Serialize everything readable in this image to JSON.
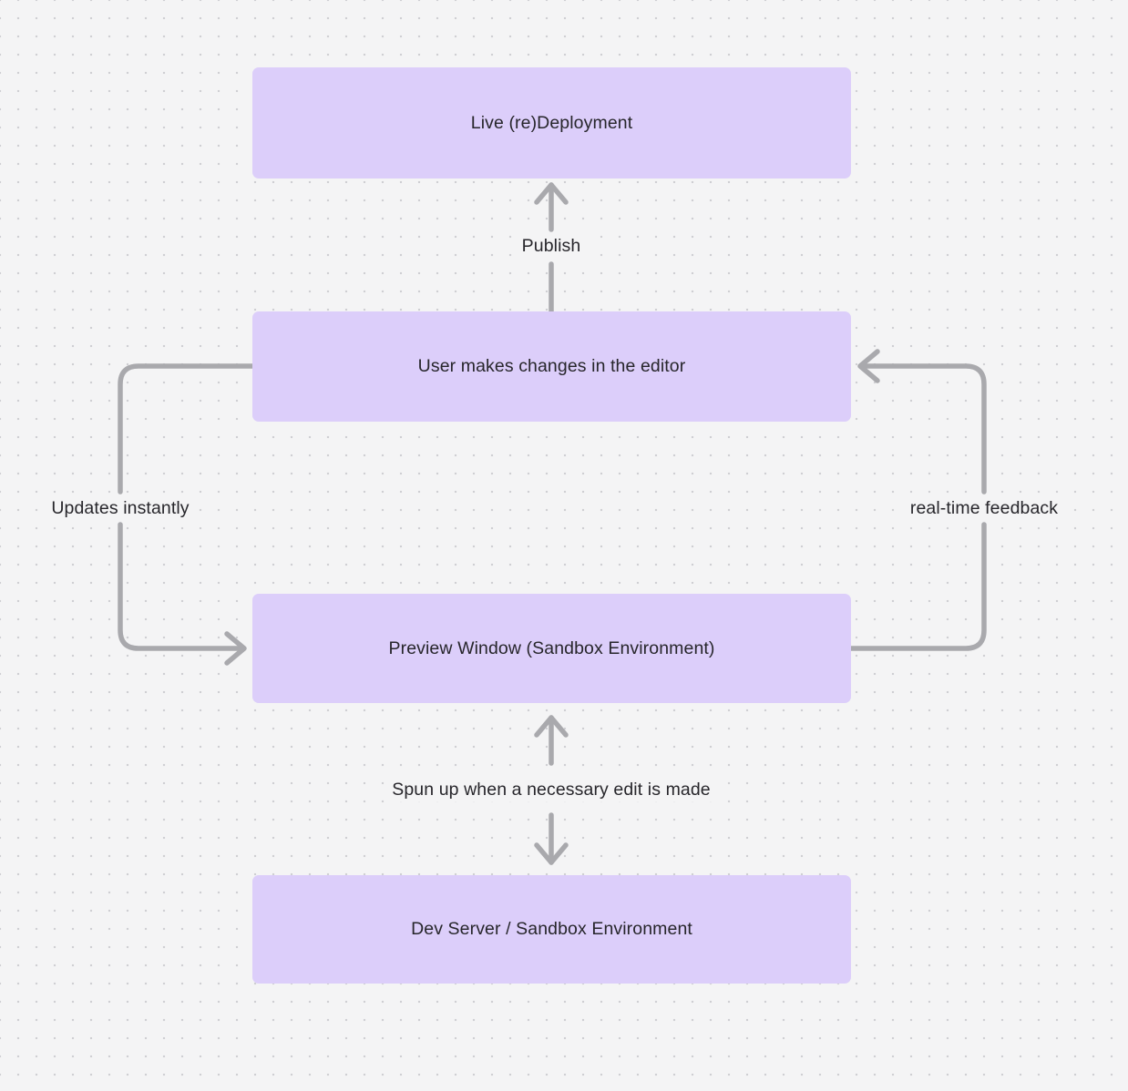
{
  "diagram": {
    "type": "flowchart",
    "title": "",
    "background_color": "#f4f4f5",
    "grid": "dot-grid",
    "node_fill_color": "#dccefa",
    "node_text_color": "#27262b",
    "edge_color": "#a9a9ad",
    "nodes": [
      {
        "id": "live-deployment",
        "label": "Live (re)Deployment"
      },
      {
        "id": "user-editor",
        "label": "User makes changes in the editor"
      },
      {
        "id": "preview-window",
        "label": "Preview Window (Sandbox Environment)"
      },
      {
        "id": "dev-server",
        "label": "Dev Server / Sandbox Environment"
      }
    ],
    "edges": [
      {
        "id": "publish",
        "label": "Publish",
        "from": "user-editor",
        "to": "live-deployment",
        "direction": "up"
      },
      {
        "id": "updates-instantly",
        "label": "Updates instantly",
        "from": "user-editor",
        "to": "preview-window",
        "direction": "loop-left"
      },
      {
        "id": "real-time-feedback",
        "label": "real-time feedback",
        "from": "preview-window",
        "to": "user-editor",
        "direction": "loop-right"
      },
      {
        "id": "spun-up",
        "label": "Spun up when a necessary edit is made",
        "from": "preview-window",
        "to": "dev-server",
        "direction": "bidirectional"
      }
    ]
  }
}
